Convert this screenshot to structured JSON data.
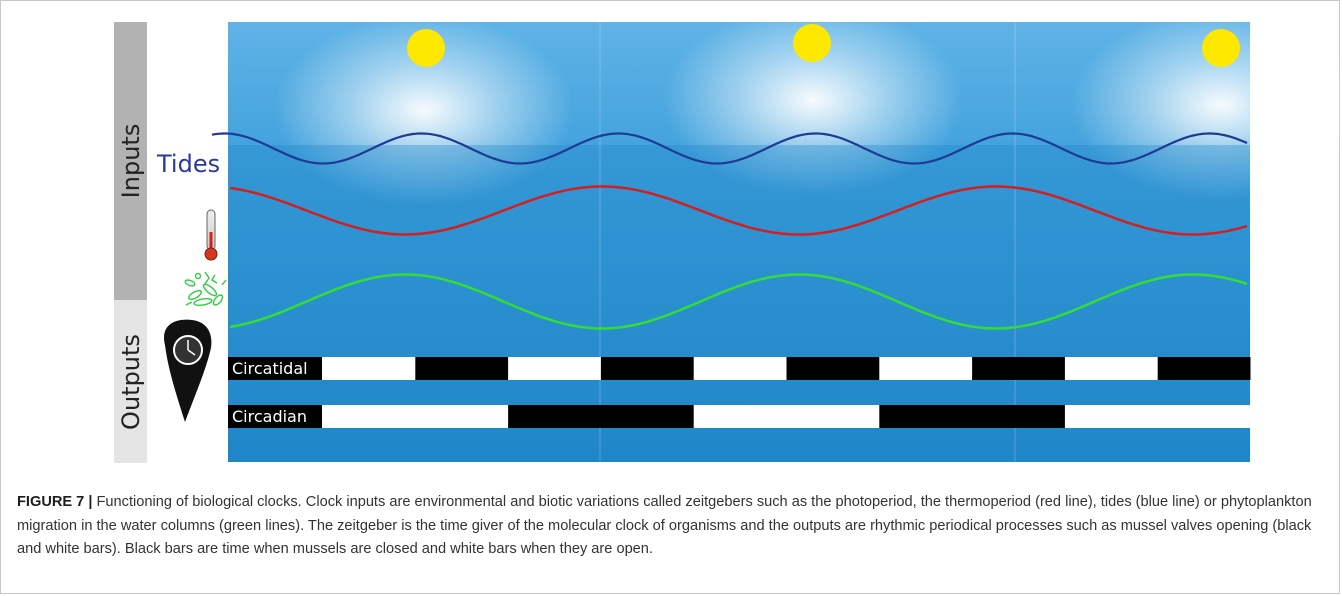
{
  "side_labels": {
    "inputs": "Inputs",
    "outputs": "Outputs"
  },
  "tides_label": "Tides",
  "icons": [
    "moon-icon",
    "sun-icon",
    "thermometer-icon",
    "phytoplankton-icon",
    "mussel-clock-icon"
  ],
  "colors": {
    "tides_line": "#1f3a93",
    "thermo_line": "#d21f1f",
    "plankton_line": "#33dd33",
    "sun": "#ffe800",
    "moon": "#0d0d0d",
    "bar_closed": "#000000",
    "bar_open": "#ffffff",
    "water": "#2a90d0"
  },
  "bars": {
    "circatidal": {
      "label": "Circatidal",
      "pattern": [
        "open",
        "closed",
        "open",
        "closed",
        "open",
        "closed",
        "open",
        "closed",
        "open",
        "closed"
      ]
    },
    "circadian": {
      "label": "Circadian",
      "pattern": [
        "open",
        "closed",
        "open",
        "closed",
        "open"
      ]
    }
  },
  "caption": {
    "lead": "FIGURE 7 |",
    "text": " Functioning of biological clocks. Clock inputs are environmental and biotic variations called zeitgebers such as the photoperiod, the thermoperiod (red line), tides (blue line) or phytoplankton migration in the water columns (green lines). The zeitgeber is the time giver of the molecular clock of organisms and the outputs are rhythmic periodical processes such as mussel valves opening (black and white bars). Black bars are time when mussels are closed and white bars when they are open."
  }
}
